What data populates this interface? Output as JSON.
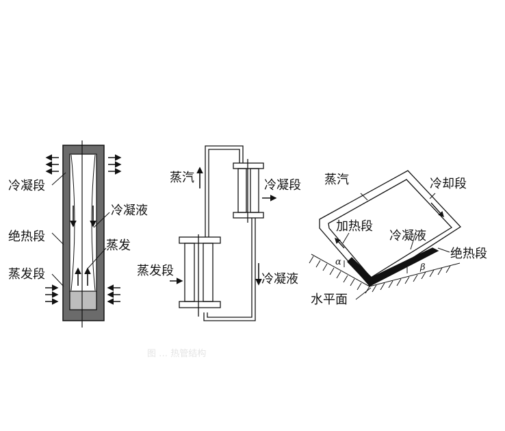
{
  "figure_left": {
    "condensing_section": "冷凝段",
    "condensate": "冷凝液",
    "adiabatic_section": "绝热段",
    "evaporation": "蒸发",
    "evaporating_section": "蒸发段"
  },
  "figure_middle": {
    "vapor": "蒸汽",
    "condensing_section": "冷凝段",
    "evaporating_section": "蒸发段",
    "condensate": "冷凝液"
  },
  "figure_right": {
    "vapor": "蒸汽",
    "cooling_section": "冷却段",
    "heating_section": "加热段",
    "condensate": "冷凝液",
    "adiabatic_section": "绝热段",
    "horizontal_plane": "水平面",
    "angle_alpha": "α",
    "angle_beta": "β"
  },
  "caption": "图 … 热管结构"
}
